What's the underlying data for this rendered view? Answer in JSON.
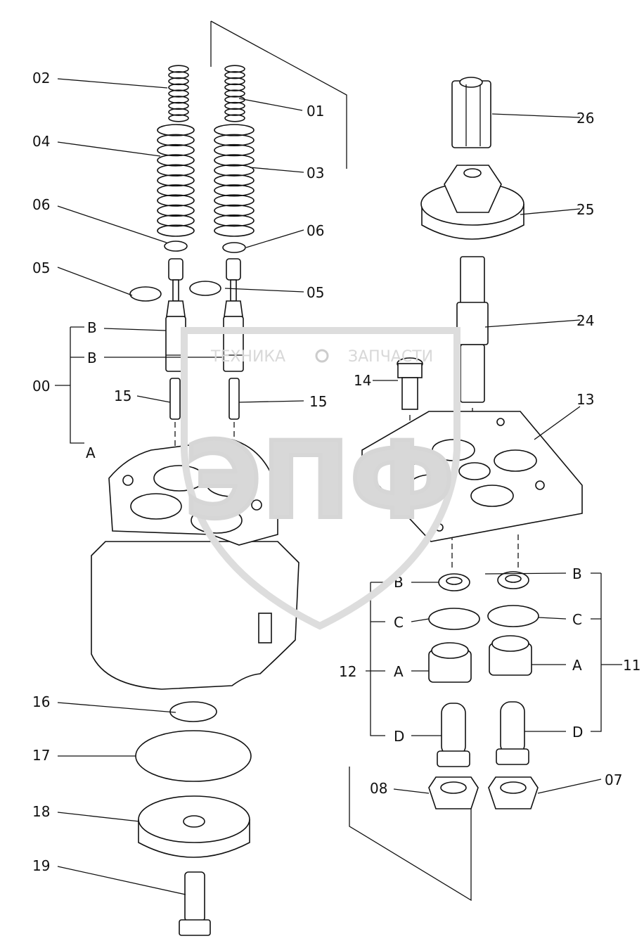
{
  "watermark": {
    "top_text": "ТЕХНИКА",
    "right_text": "ЗАПЧАСТИ",
    "logo": "ЭПФ",
    "color": "#d8d8d8"
  },
  "labels": {
    "p02": "02",
    "p01": "01",
    "p04": "04",
    "p03": "03",
    "p06_left": "06",
    "p06_right": "06",
    "p05_left": "05",
    "p05_right": "05",
    "b_upper": "B",
    "b_lower": "B",
    "p00": "00",
    "a_left": "A",
    "p15_left": "15",
    "p15_right": "15",
    "p14": "14",
    "p13": "13",
    "p24": "24",
    "p25": "25",
    "p26": "26",
    "r_b": "B",
    "r_c": "C",
    "r_a": "A",
    "r_d": "D",
    "p11": "11",
    "l_b": "B",
    "l_c": "C",
    "l_a": "A",
    "l_d": "D",
    "p12": "12",
    "p08": "08",
    "p07": "07",
    "p16": "16",
    "p17": "17",
    "p18": "18",
    "p19": "19"
  }
}
